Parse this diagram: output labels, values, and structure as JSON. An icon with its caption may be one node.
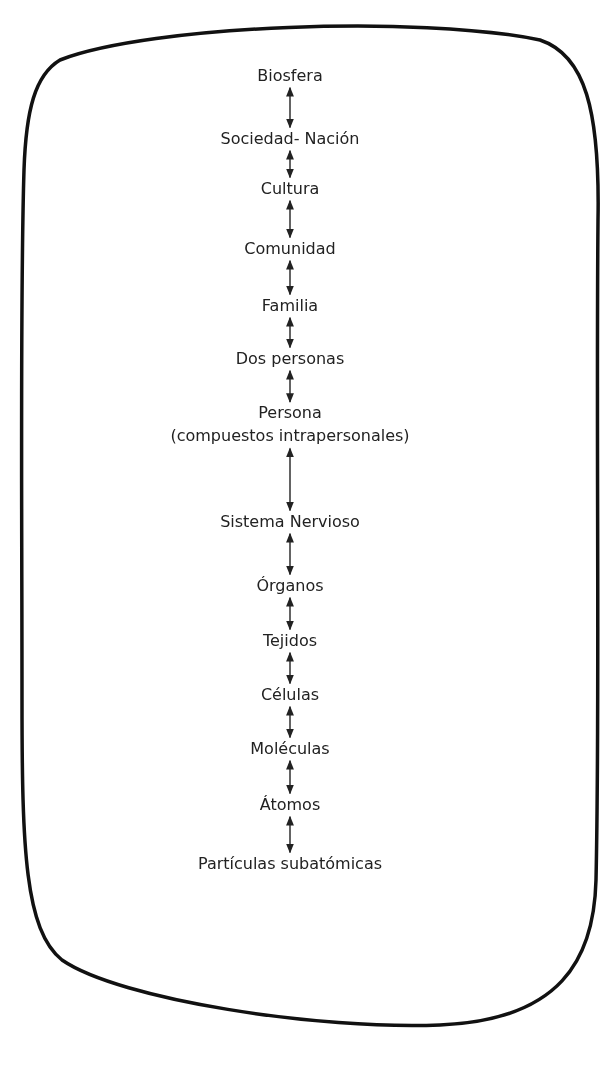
{
  "diagram": {
    "nodes": [
      {
        "text": [
          "Biosfera"
        ]
      },
      {
        "text": [
          "Sociedad- Nación"
        ]
      },
      {
        "text": [
          "Cultura"
        ]
      },
      {
        "text": [
          "Comunidad"
        ]
      },
      {
        "text": [
          "Familia"
        ]
      },
      {
        "text": [
          "Dos personas"
        ]
      },
      {
        "text": [
          "Persona",
          "(compuestos intrapersonales)"
        ]
      },
      {
        "text": [
          "Sistema Nervioso"
        ]
      },
      {
        "text": [
          "Órganos"
        ]
      },
      {
        "text": [
          "Tejidos"
        ]
      },
      {
        "text": [
          "Células"
        ]
      },
      {
        "text": [
          "Moléculas"
        ]
      },
      {
        "text": [
          "Átomos"
        ]
      },
      {
        "text": [
          "Partículas subatómicas"
        ]
      }
    ],
    "edges": [
      {
        "from": 0,
        "to": 1,
        "arrow": "both"
      },
      {
        "from": 1,
        "to": 2,
        "arrow": "both"
      },
      {
        "from": 2,
        "to": 3,
        "arrow": "both"
      },
      {
        "from": 3,
        "to": 4,
        "arrow": "both"
      },
      {
        "from": 4,
        "to": 5,
        "arrow": "both"
      },
      {
        "from": 5,
        "to": 6,
        "arrow": "both"
      },
      {
        "from": 6,
        "to": 7,
        "arrow": "both"
      },
      {
        "from": 7,
        "to": 8,
        "arrow": "both"
      },
      {
        "from": 8,
        "to": 9,
        "arrow": "both"
      },
      {
        "from": 9,
        "to": 10,
        "arrow": "both"
      },
      {
        "from": 10,
        "to": 11,
        "arrow": "both"
      },
      {
        "from": 11,
        "to": 12,
        "arrow": "both"
      },
      {
        "from": 12,
        "to": 13,
        "arrow": "both"
      }
    ]
  }
}
